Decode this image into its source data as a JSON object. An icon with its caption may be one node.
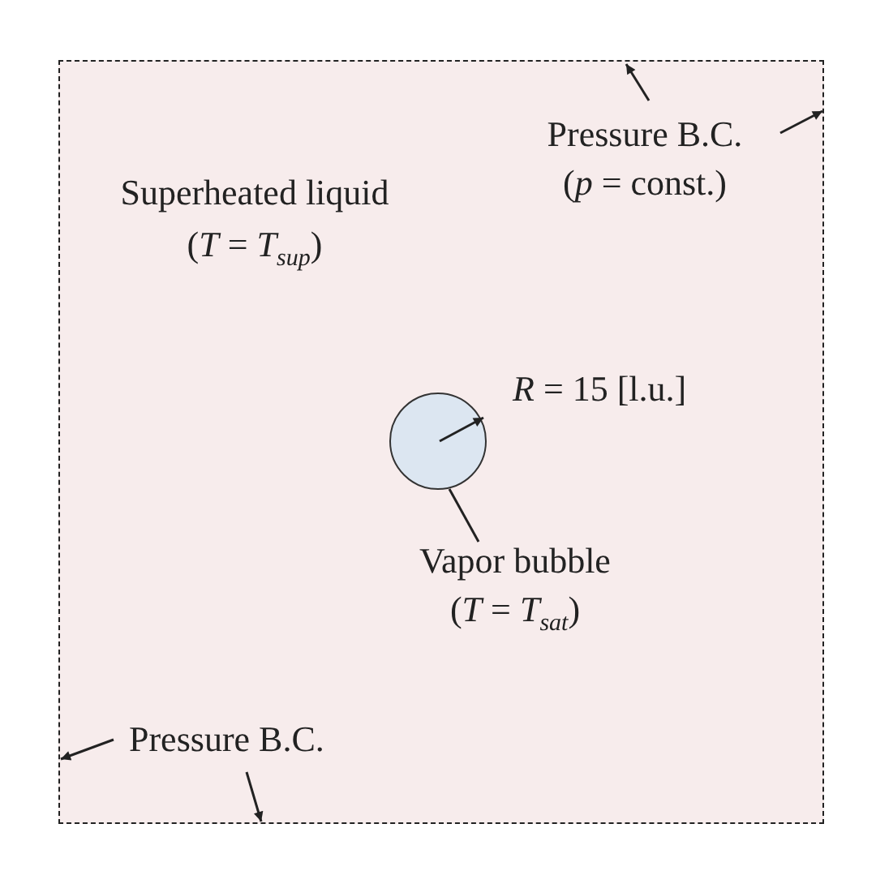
{
  "diagram": {
    "nodes": [
      {
        "text": [],
        "shape": "box"
      },
      {
        "text": [
          "Pressure B.C.",
          "(*p* = const.)"
        ],
        "in": 0
      },
      {
        "text": [],
        "shape": "circle",
        "in": 0
      },
      {
        "text": [
          "Vapor bubble",
          "(*T* = *T*$_{sat}$)"
        ],
        "in": 0
      },
      {
        "text": [
          "Pressure B.C."
        ],
        "in": 0
      }
    ],
    "edges": [
      {
        "from": 1,
        "to": 0,
        "arrow": "to"
      },
      {
        "from": 1,
        "to": 0,
        "arrow": "to"
      },
      {
        "from": 3,
        "to": 2,
        "arrow": "none"
      },
      {
        "from": 4,
        "to": 0,
        "arrow": "to"
      },
      {
        "from": 4,
        "to": 0,
        "arrow": "to"
      }
    ],
    "labels": [
      "Superheated liquid",
      "(*T* = *T*$_{sup}$)",
      "*R* = 15 [l.u.]"
    ]
  }
}
